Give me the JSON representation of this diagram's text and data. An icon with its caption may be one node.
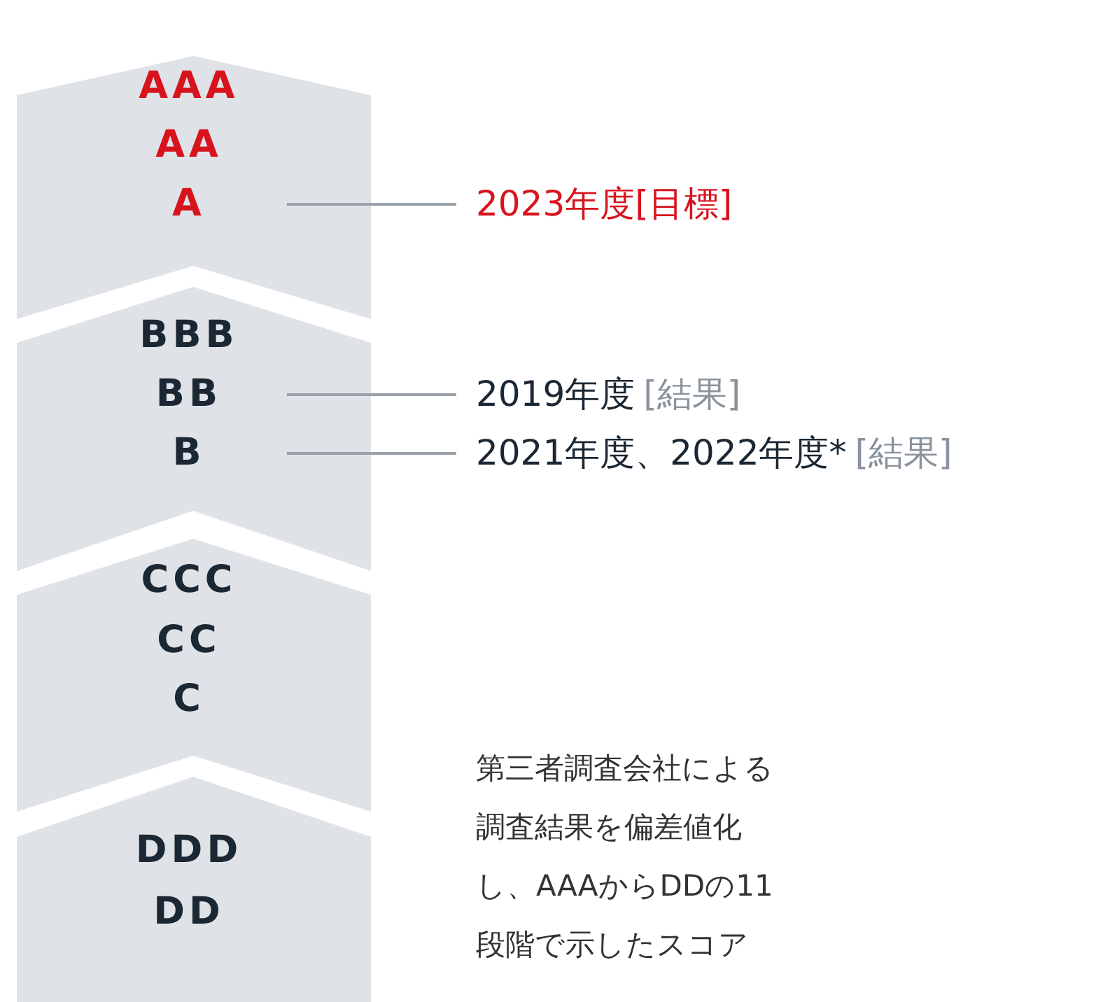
{
  "diagram": {
    "nodes": [
      {
        "text": [],
        "shape": "chevron"
      },
      {
        "text": [
          "AAA"
        ],
        "in": 0
      },
      {
        "text": [
          "AA"
        ],
        "in": 0
      },
      {
        "text": [
          "A"
        ],
        "in": 0
      },
      {
        "text": [],
        "shape": "chevron"
      },
      {
        "text": [
          "BBB"
        ],
        "in": 4
      },
      {
        "text": [
          "BB"
        ],
        "in": 4
      },
      {
        "text": [
          "B"
        ],
        "in": 4
      },
      {
        "text": [],
        "shape": "chevron"
      },
      {
        "text": [
          "CCC"
        ],
        "in": 8
      },
      {
        "text": [
          "CC"
        ],
        "in": 8
      },
      {
        "text": [
          "C"
        ],
        "in": 8
      },
      {
        "text": [],
        "shape": "chevron"
      },
      {
        "text": [
          "DDD"
        ],
        "in": 12
      },
      {
        "text": [
          "DD"
        ],
        "in": 12
      },
      {
        "text": [
          "2023年度[目標]"
        ]
      },
      {
        "text": [
          "2019年度",
          "[結果]"
        ]
      },
      {
        "text": [
          "2021年度、2022年度*",
          "[結果]"
        ]
      }
    ],
    "edges": [
      {
        "from": 15,
        "to": 3,
        "arrow": "none"
      },
      {
        "from": 16,
        "to": 6,
        "arrow": "none"
      },
      {
        "from": 17,
        "to": 7,
        "arrow": "none"
      }
    ],
    "labels": [
      "第三者調査会社による調査結果を偏差値化し、AAAからDDの11段階で示したスコア"
    ]
  }
}
